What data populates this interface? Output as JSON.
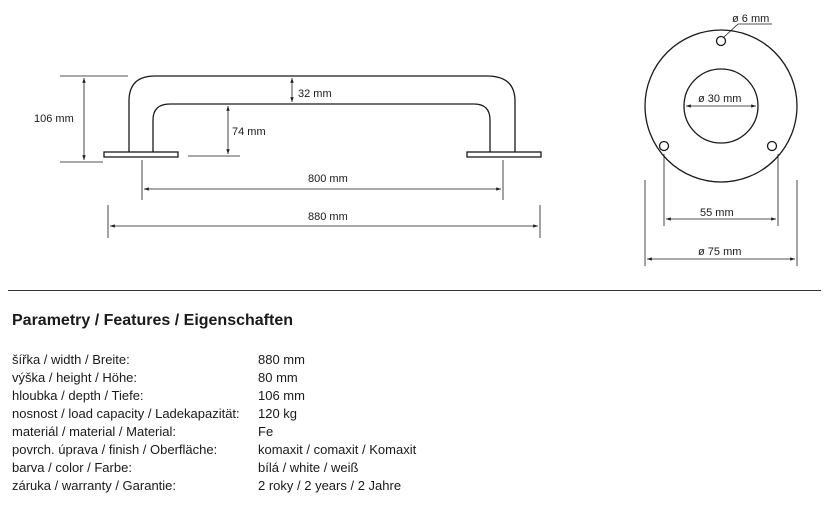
{
  "drawing": {
    "side_view": {
      "height_overall": "106 mm",
      "rise": "74 mm",
      "tube_offset": "32 mm",
      "center_span": "800 mm",
      "total_length": "880 mm"
    },
    "flange_view": {
      "hole_diameter": "ø 6 mm",
      "center_bore": "ø 30 mm",
      "hole_spacing": "55 mm",
      "outer_diameter": "ø 75 mm"
    }
  },
  "specs": {
    "title": "Parametry / Features / Eigenschaften",
    "rows": [
      {
        "label": "šířka / width / Breite:",
        "value": "880 mm"
      },
      {
        "label": "výška / height / Höhe:",
        "value": "80 mm"
      },
      {
        "label": "hloubka / depth / Tiefe:",
        "value": "106 mm"
      },
      {
        "label": "nosnost / load capacity / Ladekapazität:",
        "value": "120 kg"
      },
      {
        "label": "materiál / material / Material:",
        "value": "Fe"
      },
      {
        "label": "povrch. úprava / finish / Oberfläche:",
        "value": "komaxit / comaxit / Komaxit"
      },
      {
        "label": "barva / color / Farbe:",
        "value": "bílá / white / weiß"
      },
      {
        "label": "záruka / warranty / Garantie:",
        "value": "2 roky / 2 years / 2 Jahre"
      }
    ]
  }
}
